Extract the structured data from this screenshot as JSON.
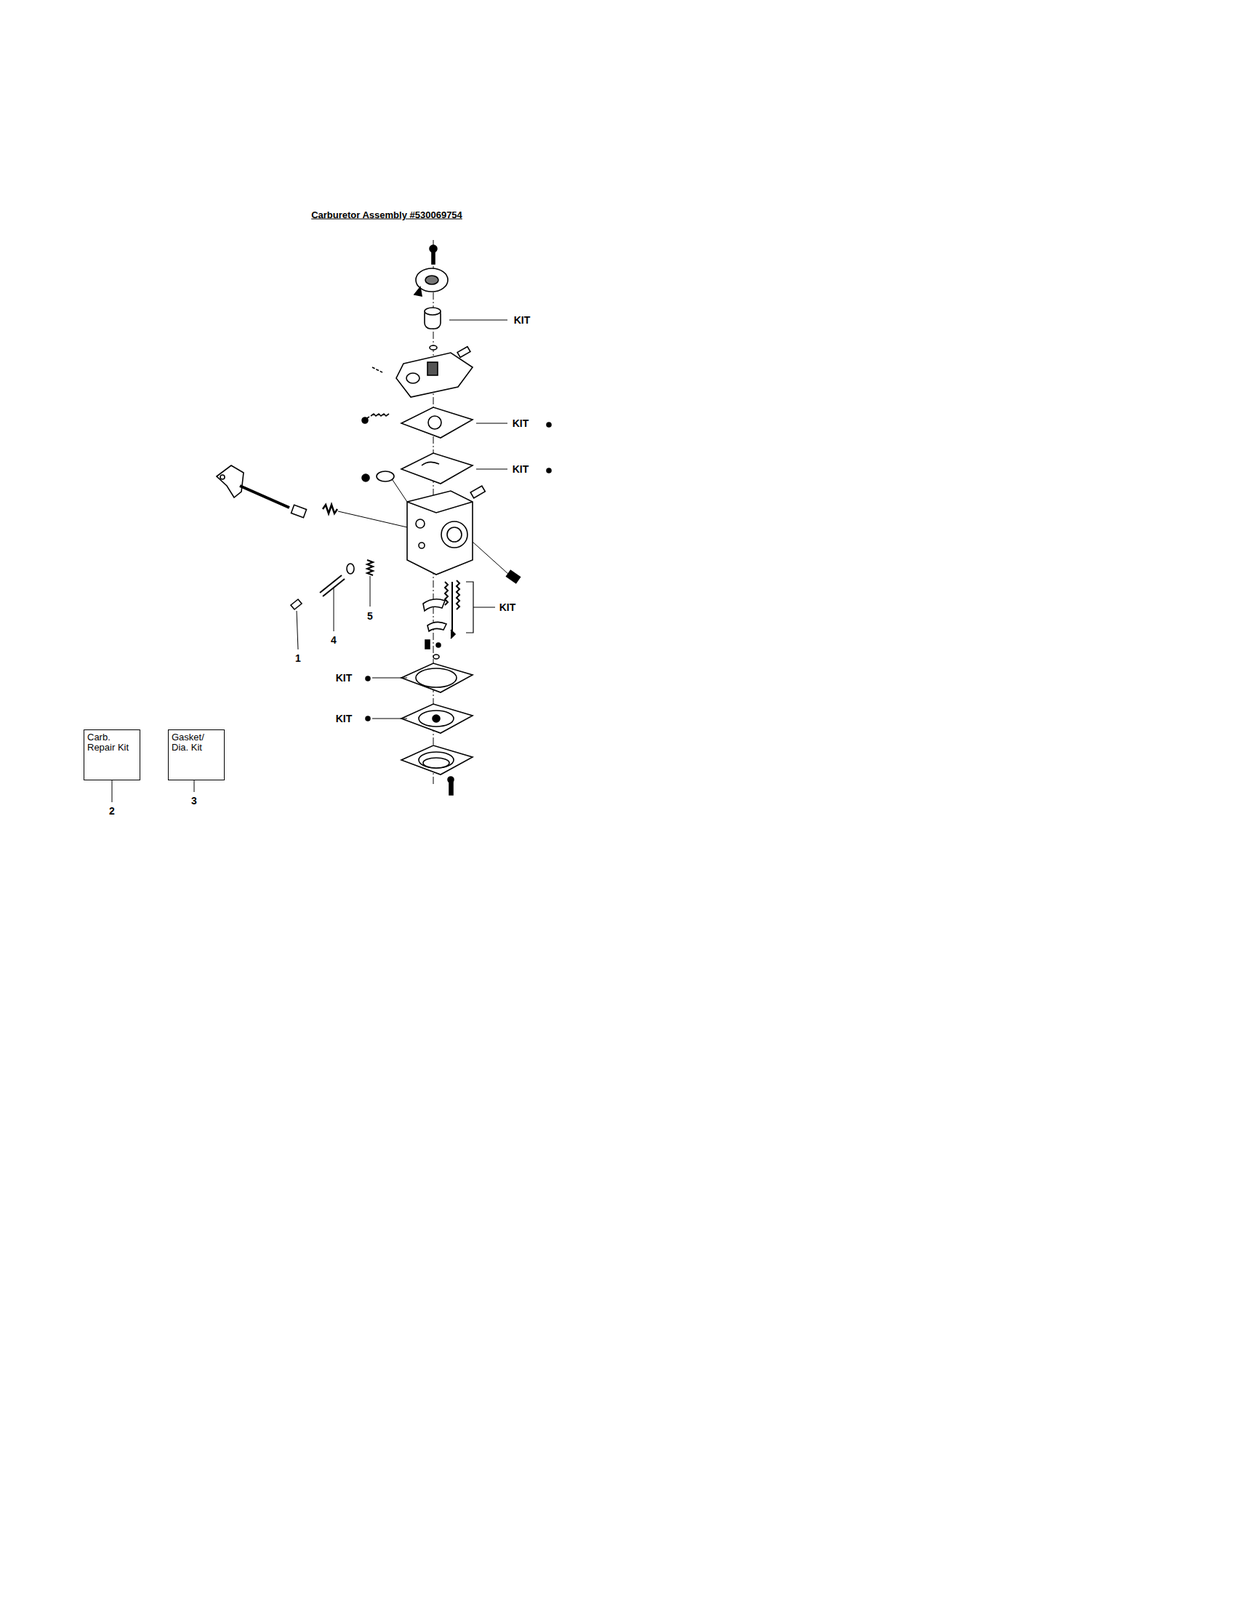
{
  "diagram": {
    "title": "Carburetor Assembly #530069754",
    "nodes": [
      {
        "text": [
          "Carb. Repair Kit"
        ]
      },
      {
        "text": [
          "Gasket/ Dia. Kit"
        ]
      }
    ],
    "labels": [
      "KIT",
      "KIT",
      "KIT",
      "KIT",
      "KIT",
      "KIT",
      "1",
      "4",
      "5",
      "2",
      "3"
    ]
  }
}
